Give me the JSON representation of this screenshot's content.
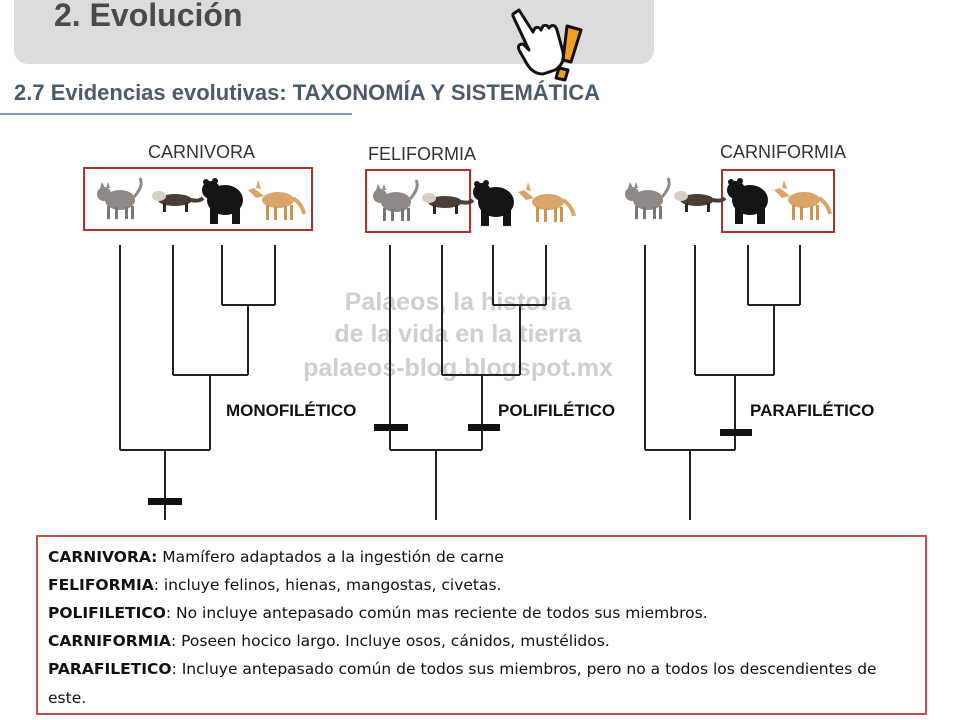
{
  "header": {
    "title": "2. Evolución",
    "subtitle": "2.7 Evidencias evolutivas: TAXONOMÍA Y SISTEMÁTICA"
  },
  "diagram": {
    "panels": [
      {
        "title": "CARNIVORA",
        "tree_label": "MONOFILÉTICO"
      },
      {
        "title": "FELIFORMIA",
        "tree_label": "POLIFILÉTICO"
      },
      {
        "title": "CARNIFORMIA",
        "tree_label": "PARAFILÉTICO"
      }
    ],
    "watermark": [
      "Palaeos, la historia",
      "de la vida en la tierra",
      "palaeos-blog.blogspot.mx"
    ]
  },
  "definitions": [
    {
      "term": "CARNIVORA:",
      "text": " Mamífero adaptados a la ingestión de carne"
    },
    {
      "term": "FELIFORMIA",
      "text": ": incluye felinos, hienas, mangostas, civetas."
    },
    {
      "term": "POLIFILETICO",
      "text": ": No incluye antepasado común mas reciente de todos sus miembros."
    },
    {
      "term": "CARNIFORMIA",
      "text": ": Poseen hocico largo. Incluye osos, cánidos, mustélidos."
    },
    {
      "term": "PARAFILETICO",
      "text": ": Incluye antepasado común de todos sus miembros, pero no a todos los descendientes de este."
    }
  ],
  "colors": {
    "box_border": "#c0504d",
    "header_bg": "#dcdcdc",
    "accent_orange": "#f0a020"
  }
}
